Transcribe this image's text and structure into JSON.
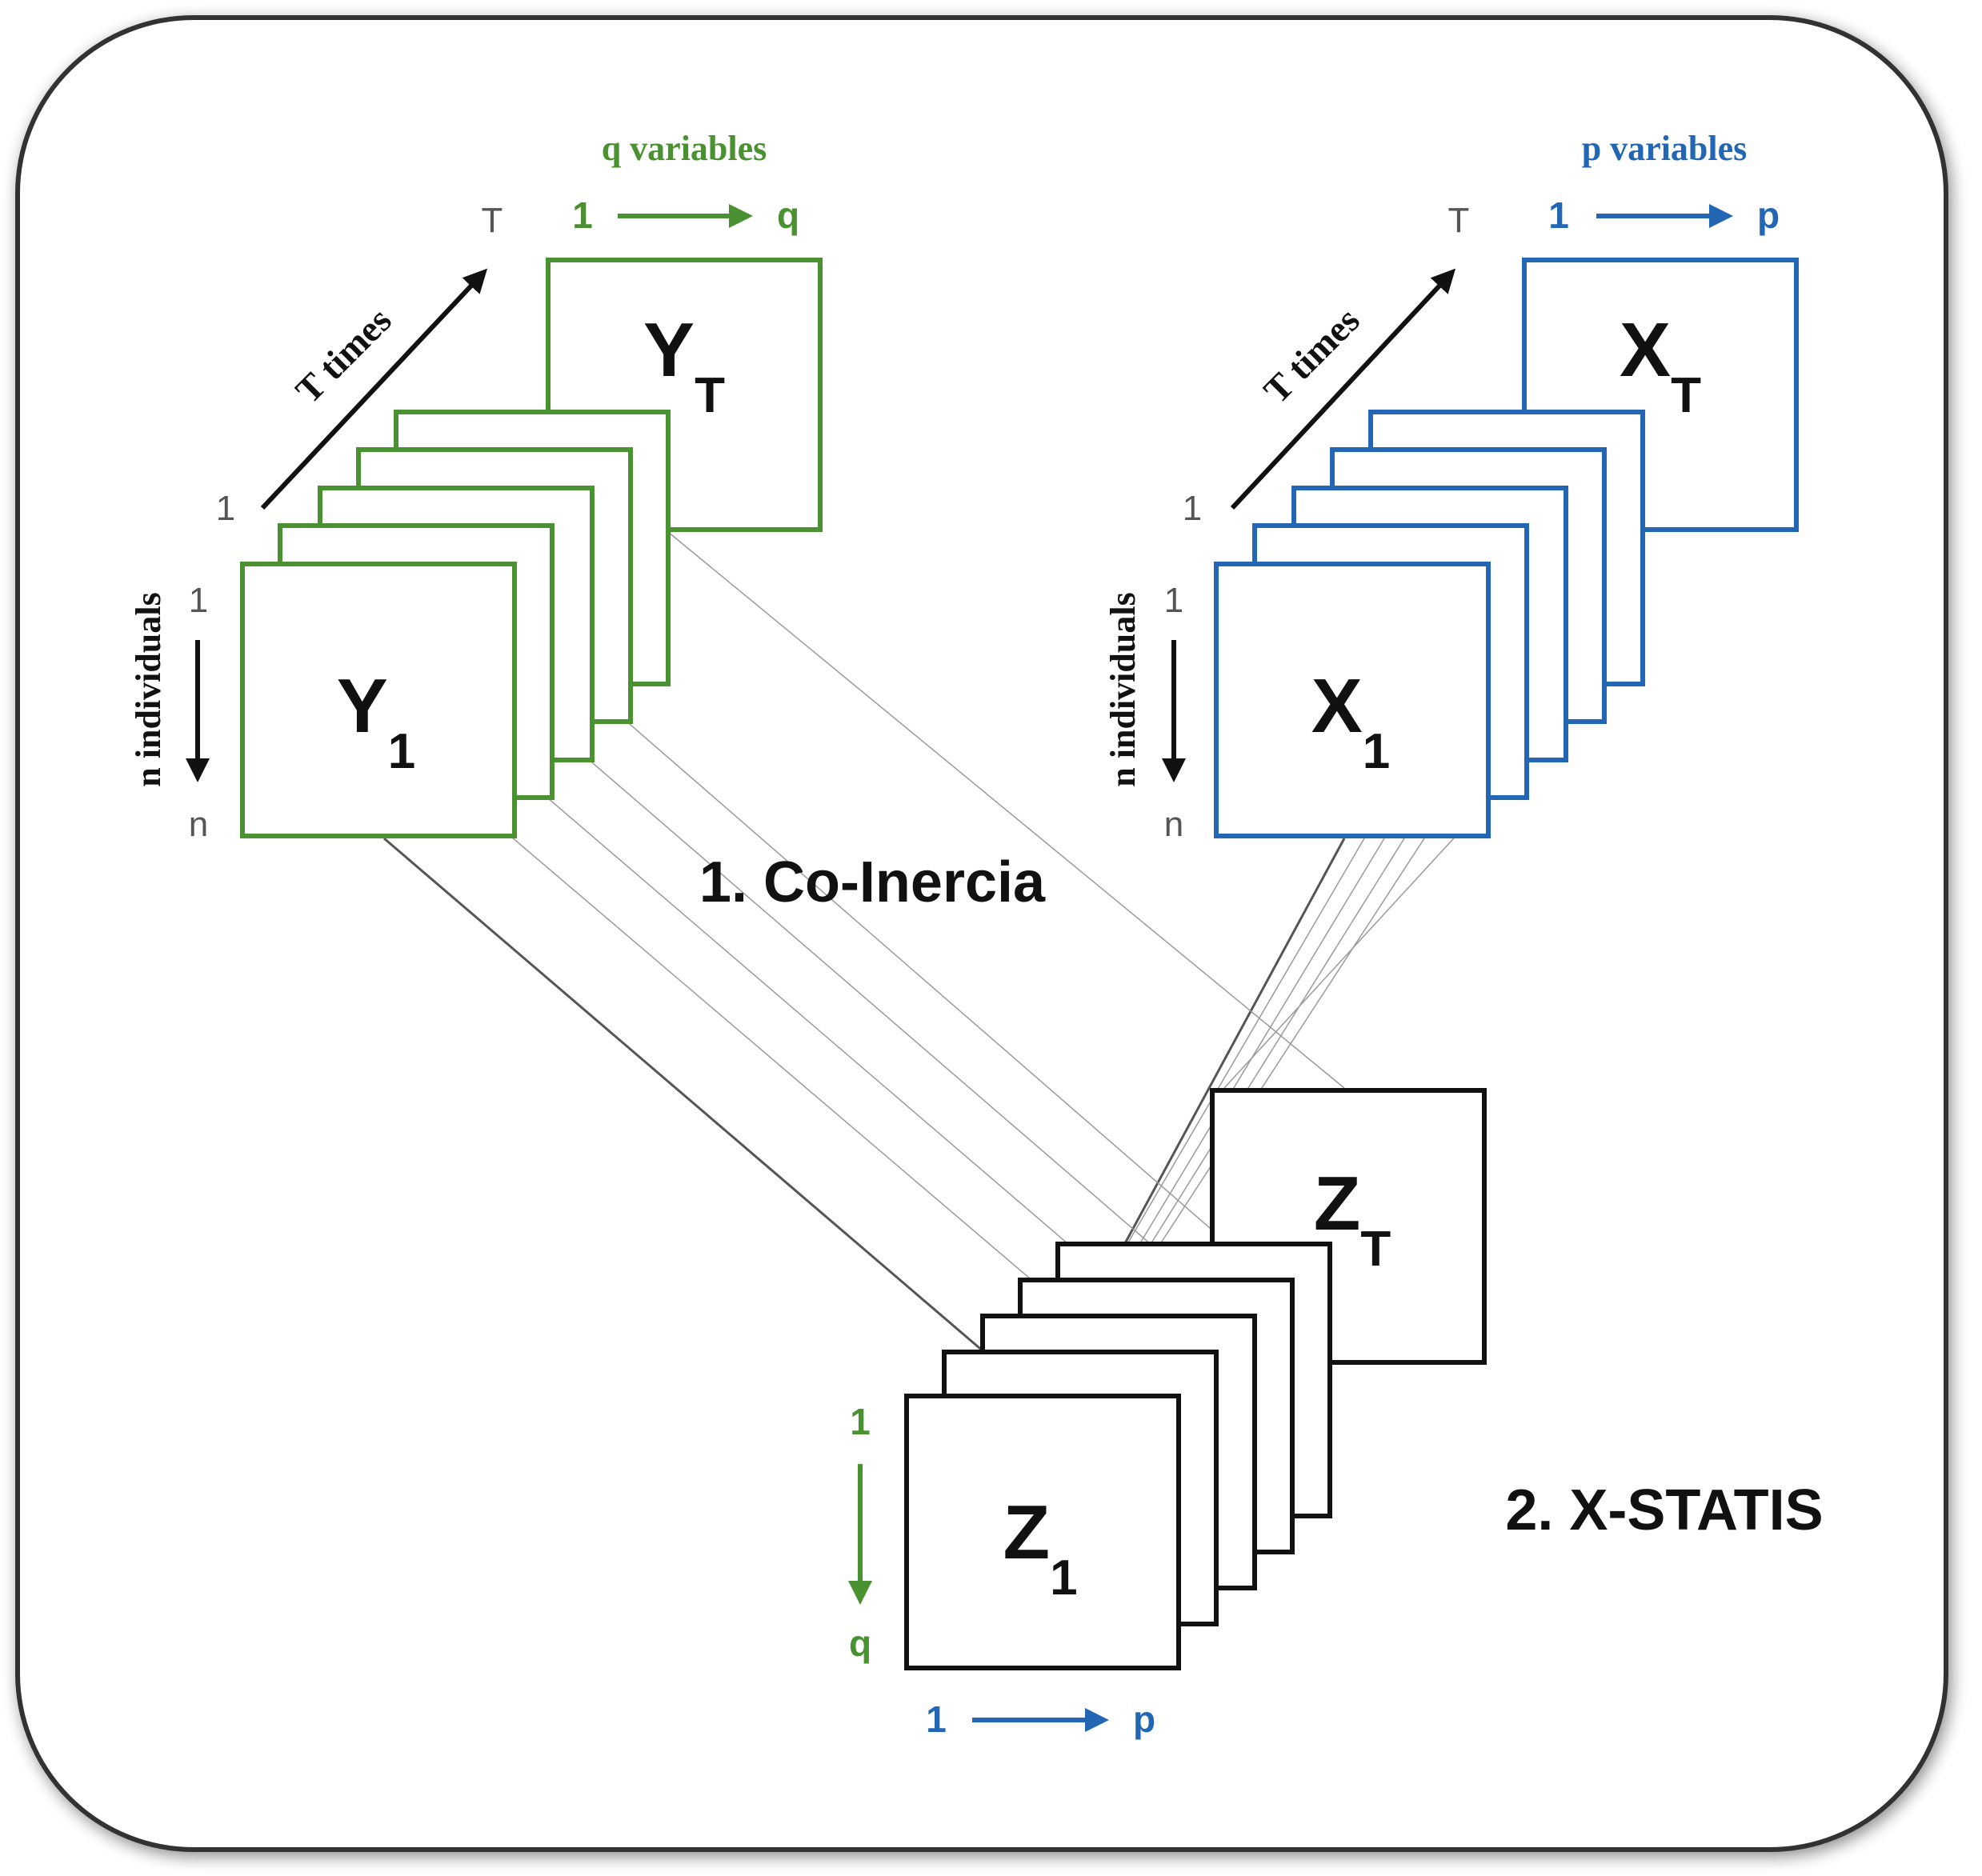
{
  "colors": {
    "green": "#4A9131",
    "blue": "#2266B4",
    "black": "#111111",
    "gray_text": "#555555",
    "frame": "#333333"
  },
  "y_block": {
    "header": "q variables",
    "col_start": "1",
    "col_end": "q",
    "time_start": "1",
    "time_end": "T",
    "time_label": "T times",
    "row_start": "1",
    "row_end": "n",
    "row_label": "n individuals",
    "first_letter": "Y",
    "first_sub": "1",
    "last_letter": "Y",
    "last_sub": "T"
  },
  "x_block": {
    "header": "p variables",
    "col_start": "1",
    "col_end": "p",
    "time_start": "1",
    "time_end": "T",
    "time_label": "T times",
    "row_start": "1",
    "row_end": "n",
    "row_label": "n individuals",
    "first_letter": "X",
    "first_sub": "1",
    "last_letter": "X",
    "last_sub": "T"
  },
  "z_block": {
    "row_start": "1",
    "row_end": "q",
    "col_start": "1",
    "col_end": "p",
    "first_letter": "Z",
    "first_sub": "1",
    "last_letter": "Z",
    "last_sub": "T"
  },
  "steps": {
    "step1": "1. Co-Inercia",
    "step2": "2. X-STATIS"
  }
}
